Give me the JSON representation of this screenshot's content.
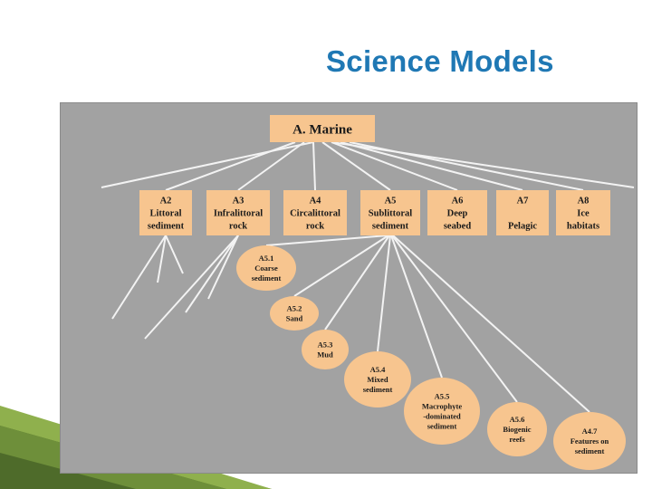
{
  "slide": {
    "title": "Science Models"
  },
  "diagram": {
    "root": {
      "lines": [
        "A. Marine"
      ]
    },
    "level1": [
      {
        "id": "A2",
        "lines": [
          "A2",
          "Littoral",
          "sediment"
        ]
      },
      {
        "id": "A3",
        "lines": [
          "A3",
          "Infralittoral",
          "rock"
        ]
      },
      {
        "id": "A4",
        "lines": [
          "A4",
          "Circalittoral",
          "rock"
        ]
      },
      {
        "id": "A5",
        "lines": [
          "A5",
          "Sublittoral",
          "sediment"
        ]
      },
      {
        "id": "A6",
        "lines": [
          "A6",
          "Deep",
          "seabed"
        ]
      },
      {
        "id": "A7",
        "lines": [
          "A7",
          "",
          "Pelagic"
        ]
      },
      {
        "id": "A8",
        "lines": [
          "A8",
          "Ice",
          "habitats"
        ]
      }
    ],
    "level2": [
      {
        "id": "A5.1",
        "lines": [
          "A5.1",
          "Coarse",
          "sediment"
        ]
      },
      {
        "id": "A5.2",
        "lines": [
          "A5.2",
          "Sand"
        ]
      },
      {
        "id": "A5.3",
        "lines": [
          "A5.3",
          "Mud"
        ]
      },
      {
        "id": "A5.4",
        "lines": [
          "A5.4",
          "Mixed",
          "sediment"
        ]
      },
      {
        "id": "A5.5",
        "lines": [
          "A5.5",
          "Macrophyte",
          "-dominated",
          "sediment"
        ]
      },
      {
        "id": "A5.6",
        "lines": [
          "A5.6",
          "Biogenic",
          "reefs"
        ]
      },
      {
        "id": "A4.7",
        "lines": [
          "A4.7",
          "Features on",
          "sediment"
        ]
      }
    ],
    "colors": {
      "panel": "#a2a2a2",
      "node_fill": "#f7c58f",
      "connector": "#f3f3f3",
      "text": "#1a1a1a",
      "title": "#1f78b4"
    }
  }
}
